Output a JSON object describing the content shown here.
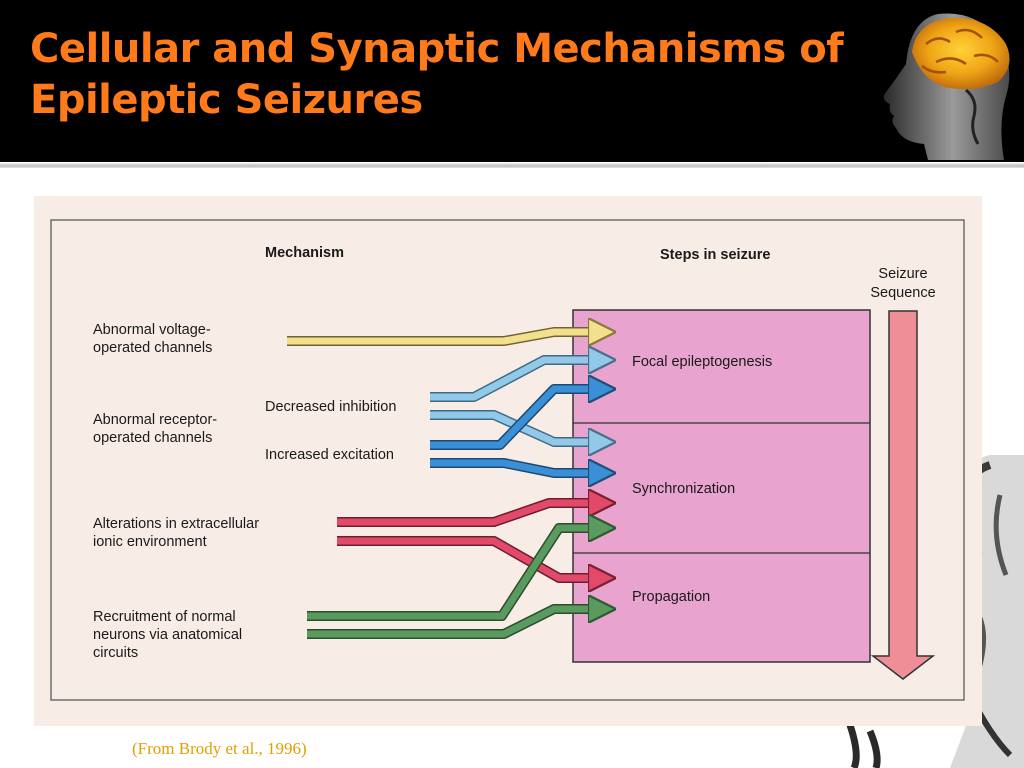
{
  "slide": {
    "title_line1": "Cellular and Synaptic Mechanisms of",
    "title_line2": "Epileptic Seizures",
    "citation": "(From Brody et al., 1996)"
  },
  "diagram": {
    "mechanism_header": "Mechanism",
    "steps_header": "Steps in seizure",
    "sequence_label_line1": "Seizure",
    "sequence_label_line2": "Sequence",
    "mechanisms": {
      "voltage_line1": "Abnormal voltage-",
      "voltage_line2": "operated channels",
      "receptor_line1": "Abnormal receptor-",
      "receptor_line2": "operated channels",
      "decreased_inhibition": "Decreased inhibition",
      "increased_excitation": "Increased excitation",
      "ionic_line1": "Alterations in extracellular",
      "ionic_line2": "ionic environment",
      "recruitment_line1": "Recruitment of normal",
      "recruitment_line2": "neurons via anatomical",
      "recruitment_line3": "circuits"
    },
    "steps": {
      "focal": "Focal epileptogenesis",
      "synchronization": "Synchronization",
      "propagation": "Propagation"
    },
    "colors": {
      "panel_background": "#f7ece6",
      "steps_box": "#e9a3cf",
      "voltage_arrow": "#f3e08c",
      "inhibition_arrow": "#92c8e8",
      "excitation_arrow": "#3b8fd6",
      "ionic_arrow": "#e34a6a",
      "recruitment_arrow": "#5a9a5e",
      "sequence_arrow": "#ee8f98",
      "title_text": "#ff7a1a",
      "citation_text": "#e0a000"
    },
    "icons": [
      "brain-head-icon",
      "head-silhouette-icon"
    ]
  }
}
